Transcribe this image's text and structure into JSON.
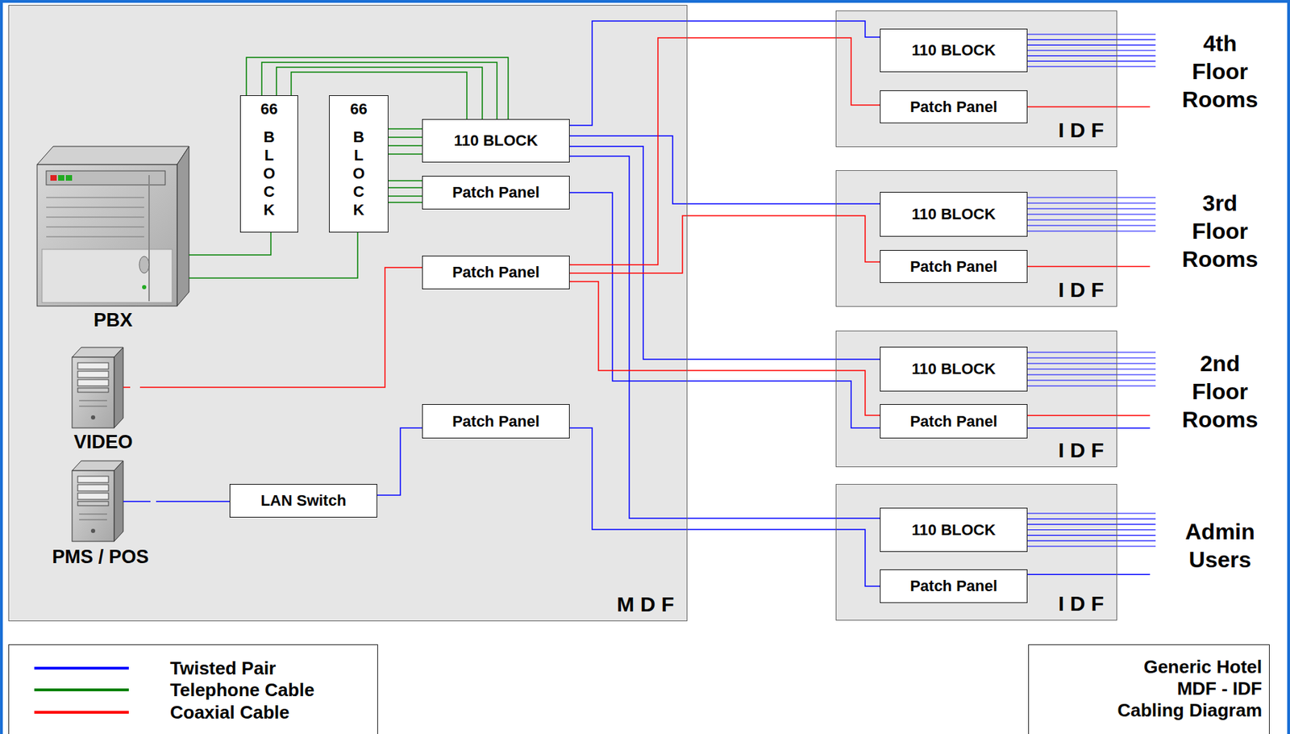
{
  "diagram": {
    "title": "Generic Hotel MDF - IDF Cabling Diagram",
    "nodes": [
      {
        "text": [
          "M D F"
        ]
      },
      {
        "text": [
          "66",
          "BLOCK"
        ],
        "in": 0
      },
      {
        "text": [
          "66",
          "BLOCK"
        ],
        "in": 0
      },
      {
        "text": [
          "110 BLOCK"
        ],
        "in": 0
      },
      {
        "text": [
          "Patch Panel"
        ],
        "in": 0
      },
      {
        "text": [
          "PBX"
        ],
        "in": 0
      },
      {
        "text": [
          "Patch Panel"
        ],
        "in": 0
      },
      {
        "text": [
          "VIDEO"
        ],
        "in": 0
      },
      {
        "text": [
          "Patch Panel"
        ],
        "in": 0
      },
      {
        "text": [
          "LAN Switch"
        ],
        "in": 0
      },
      {
        "text": [
          "PMS / POS"
        ],
        "in": 0
      },
      {
        "text": [
          "I D F"
        ]
      },
      {
        "text": [
          "110 BLOCK"
        ],
        "in": 11
      },
      {
        "text": [
          "Patch Panel"
        ],
        "in": 11
      },
      {
        "text": [
          "I D F"
        ]
      },
      {
        "text": [
          "110 BLOCK"
        ],
        "in": 14
      },
      {
        "text": [
          "Patch Panel"
        ],
        "in": 14
      },
      {
        "text": [
          "I D F"
        ]
      },
      {
        "text": [
          "110 BLOCK"
        ],
        "in": 17
      },
      {
        "text": [
          "Patch Panel"
        ],
        "in": 17
      },
      {
        "text": [
          "I D F"
        ]
      },
      {
        "text": [
          "110 BLOCK"
        ],
        "in": 20
      },
      {
        "text": [
          "Patch Panel"
        ],
        "in": 20
      }
    ],
    "edges": [
      {
        "from": 5,
        "to": 1,
        "arrow": "none"
      },
      {
        "from": 5,
        "to": 2,
        "arrow": "none"
      },
      {
        "from": 1,
        "to": 3,
        "arrow": "none"
      },
      {
        "from": 2,
        "to": 3,
        "arrow": "none"
      },
      {
        "from": 2,
        "to": 4,
        "arrow": "none"
      },
      {
        "from": 3,
        "to": 12,
        "arrow": "none"
      },
      {
        "from": 3,
        "to": 15,
        "arrow": "none"
      },
      {
        "from": 3,
        "to": 18,
        "arrow": "none"
      },
      {
        "from": 3,
        "to": 21,
        "arrow": "none"
      },
      {
        "from": 4,
        "to": 19,
        "arrow": "none"
      },
      {
        "from": 7,
        "to": 6,
        "arrow": "none"
      },
      {
        "from": 6,
        "to": 13,
        "arrow": "none"
      },
      {
        "from": 6,
        "to": 16,
        "arrow": "none"
      },
      {
        "from": 6,
        "to": 19,
        "arrow": "none"
      },
      {
        "from": 10,
        "to": 9,
        "arrow": "none"
      },
      {
        "from": 9,
        "to": 8,
        "arrow": "none"
      },
      {
        "from": 8,
        "to": 22,
        "arrow": "none"
      }
    ],
    "labels": [
      "4th Floor Rooms",
      "3rd Floor Rooms",
      "2nd Floor Rooms",
      "Admin Users"
    ],
    "legend": [
      {
        "text": "Twisted Pair",
        "color": "#0000ff"
      },
      {
        "text": "Telephone Cable",
        "color": "#008000"
      },
      {
        "text": "Coaxial Cable",
        "color": "#ff0000"
      }
    ]
  }
}
